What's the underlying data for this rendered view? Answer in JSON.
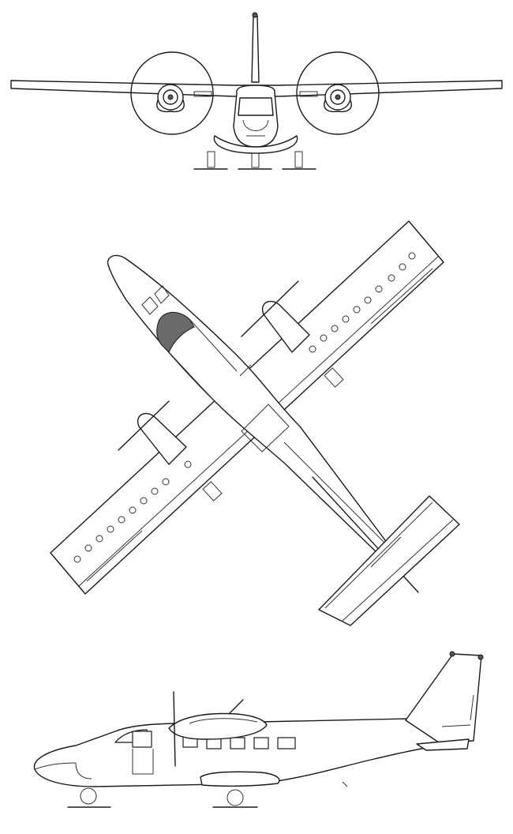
{
  "drawing": {
    "stroke_color": "#1a1a1a",
    "background_color": "#ffffff",
    "views": [
      "front-view",
      "top-view",
      "side-view"
    ]
  }
}
